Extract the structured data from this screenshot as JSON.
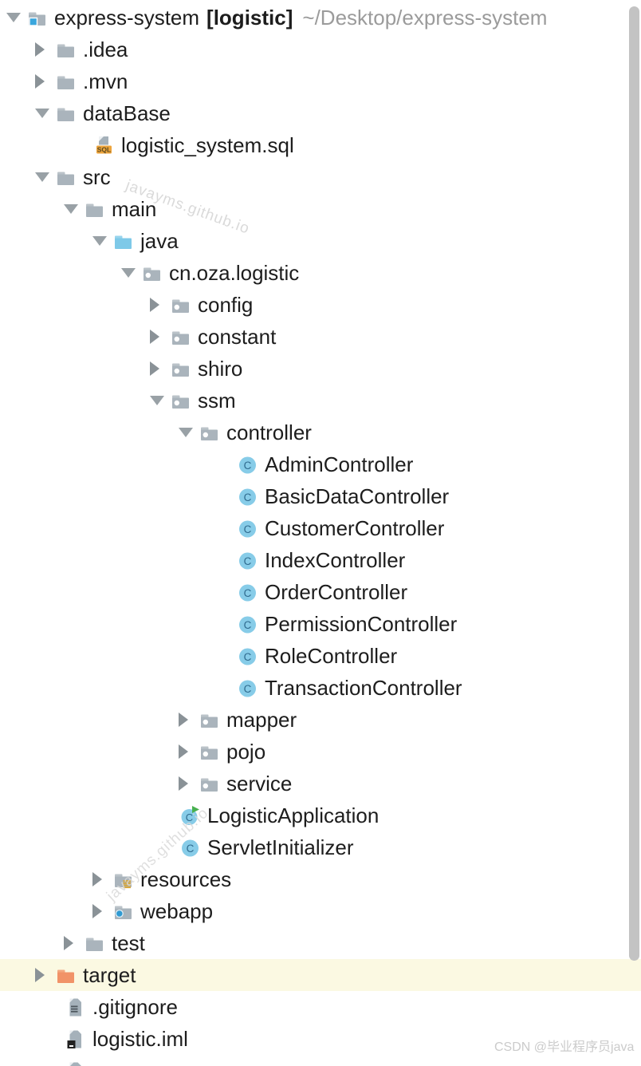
{
  "project": {
    "name": "express-system",
    "module_badge": "[logistic]",
    "path": "~/Desktop/express-system"
  },
  "tree": {
    "rows": [
      {
        "type": "root",
        "label": "express-system",
        "level": 0,
        "state": "expanded",
        "icon": "folder-project"
      },
      {
        "label": ".idea",
        "level": 1,
        "state": "collapsed",
        "icon": "folder"
      },
      {
        "label": ".mvn",
        "level": 1,
        "state": "collapsed",
        "icon": "folder"
      },
      {
        "label": "dataBase",
        "level": 1,
        "state": "expanded",
        "icon": "folder"
      },
      {
        "label": "logistic_system.sql",
        "level": 2,
        "state": "none",
        "icon": "sql-file"
      },
      {
        "label": "src",
        "level": 1,
        "state": "expanded",
        "icon": "folder"
      },
      {
        "label": "main",
        "level": 2,
        "state": "expanded",
        "icon": "folder"
      },
      {
        "label": "java",
        "level": 3,
        "state": "expanded",
        "icon": "folder-sources"
      },
      {
        "label": "cn.oza.logistic",
        "level": 4,
        "state": "expanded",
        "icon": "package"
      },
      {
        "label": "config",
        "level": 5,
        "state": "collapsed",
        "icon": "package"
      },
      {
        "label": "constant",
        "level": 5,
        "state": "collapsed",
        "icon": "package"
      },
      {
        "label": "shiro",
        "level": 5,
        "state": "collapsed",
        "icon": "package"
      },
      {
        "label": "ssm",
        "level": 5,
        "state": "expanded",
        "icon": "package"
      },
      {
        "label": "controller",
        "level": 6,
        "state": "expanded",
        "icon": "package"
      },
      {
        "label": "AdminController",
        "level": 7,
        "state": "none",
        "icon": "class"
      },
      {
        "label": "BasicDataController",
        "level": 7,
        "state": "none",
        "icon": "class"
      },
      {
        "label": "CustomerController",
        "level": 7,
        "state": "none",
        "icon": "class"
      },
      {
        "label": "IndexController",
        "level": 7,
        "state": "none",
        "icon": "class"
      },
      {
        "label": "OrderController",
        "level": 7,
        "state": "none",
        "icon": "class"
      },
      {
        "label": "PermissionController",
        "level": 7,
        "state": "none",
        "icon": "class"
      },
      {
        "label": "RoleController",
        "level": 7,
        "state": "none",
        "icon": "class"
      },
      {
        "label": "TransactionController",
        "level": 7,
        "state": "none",
        "icon": "class"
      },
      {
        "label": "mapper",
        "level": 6,
        "state": "collapsed",
        "icon": "package"
      },
      {
        "label": "pojo",
        "level": 6,
        "state": "collapsed",
        "icon": "package"
      },
      {
        "label": "service",
        "level": 6,
        "state": "collapsed",
        "icon": "package"
      },
      {
        "label": "LogisticApplication",
        "level": 5,
        "state": "none",
        "icon": "class-run"
      },
      {
        "label": "ServletInitializer",
        "level": 5,
        "state": "none",
        "icon": "class"
      },
      {
        "label": "resources",
        "level": 3,
        "state": "collapsed",
        "icon": "folder-resources"
      },
      {
        "label": "webapp",
        "level": 3,
        "state": "collapsed",
        "icon": "folder-web"
      },
      {
        "label": "test",
        "level": 2,
        "state": "collapsed",
        "icon": "folder"
      },
      {
        "label": "target",
        "level": 1,
        "state": "collapsed",
        "icon": "folder-excluded",
        "highlighted": true
      },
      {
        "label": ".gitignore",
        "level": 1,
        "state": "none",
        "icon": "text-file"
      },
      {
        "label": "logistic.iml",
        "level": 1,
        "state": "none",
        "icon": "iml-file"
      },
      {
        "label": "",
        "level": 1,
        "state": "none",
        "icon": "plain-file"
      }
    ]
  },
  "watermarks": {
    "diagonal_text": "javayms.github.io",
    "credit": "CSDN @毕业程序员java"
  },
  "colors": {
    "folder_gray": "#aab4bc",
    "folder_sources_blue": "#7ec9e8",
    "folder_excluded_orange": "#f19368",
    "project_badge_blue": "#3aa6dd",
    "package_dot": "#ffffff",
    "class_circle_blue": "#87cce8",
    "class_letter": "#2f6b8e",
    "run_green": "#49b04f",
    "sql_badge": "#eda43c",
    "sql_text": "#5b4a20",
    "resource_lines_amber": "#dca62f",
    "web_dot_blue": "#2f9ad2",
    "file_gray": "#a5b1ba",
    "file_lines": "#4e585f",
    "iml_badge": "#212121",
    "highlight_row": "#fbf9e2",
    "text": "#1d1d1d",
    "path_gray": "#9b9b9b"
  }
}
